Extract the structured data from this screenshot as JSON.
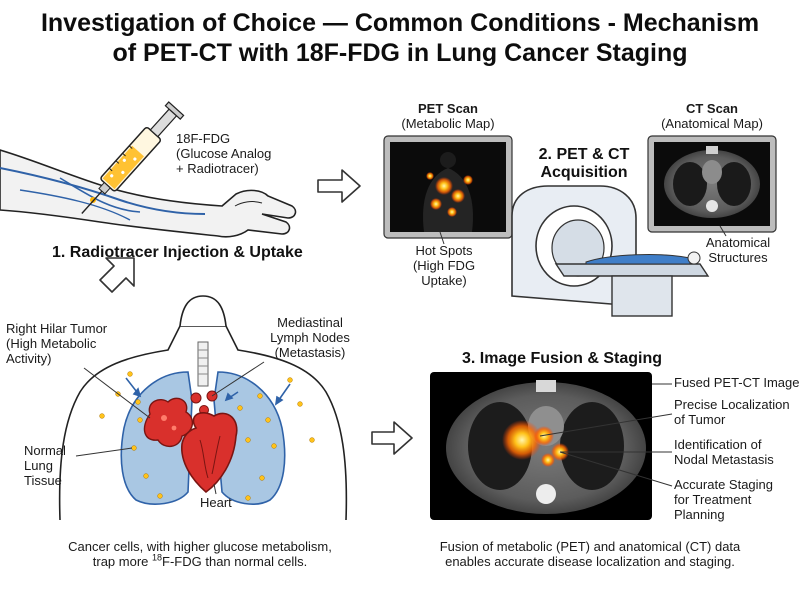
{
  "title_line1": "Investigation of Choice — Common Conditions - Mechanism",
  "title_line2": "of PET-CT with 18F-FDG in Lung Cancer Staging",
  "injection": {
    "tracer_name": "18F-FDG",
    "tracer_desc1": "(Glucose Analog",
    "tracer_desc2": "+ Radiotracer)",
    "step_label": "1. Radiotracer Injection & Uptake"
  },
  "acquisition": {
    "pet_title": "PET Scan",
    "pet_sub": "(Metabolic Map)",
    "ct_title": "CT Scan",
    "ct_sub": "(Anatomical Map)",
    "step_label_1": "2. PET & CT",
    "step_label_2": "Acquisition",
    "hotspots_1": "Hot Spots",
    "hotspots_2": "(High FDG",
    "hotspots_3": "Uptake)",
    "anat_1": "Anatomical",
    "anat_2": "Structures"
  },
  "lungs": {
    "tumor_1": "Right Hilar Tumor",
    "tumor_2": "(High Metabolic",
    "tumor_3": "Activity)",
    "nodes_1": "Mediastinal",
    "nodes_2": "Lymph Nodes",
    "nodes_3": "(Metastasis)",
    "normal_1": "Normal",
    "normal_2": "Lung",
    "normal_3": "Tissue",
    "heart": "Heart",
    "caption_1": "Cancer cells, with higher glucose metabolism,",
    "caption_2a": "trap more ",
    "caption_2sup": "18",
    "caption_2b": "F-FDG than normal cells."
  },
  "fusion": {
    "step_label": "3. Image Fusion & Staging",
    "fused_label": "Fused PET-CT Image",
    "loc_1": "Precise Localization",
    "loc_2": "of Tumor",
    "nodal_1": "Identification of",
    "nodal_2": "Nodal Metastasis",
    "staging_1": "Accurate Staging",
    "staging_2": "for Treatment",
    "staging_3": "Planning",
    "caption_1": "Fusion of metabolic (PET) and anatomical (CT) data",
    "caption_2": "enables accurate disease localization and staging."
  },
  "colors": {
    "hotspot": "#ffb300",
    "tumor": "#d9302c",
    "lung": "#a9c7e3",
    "vessel": "#2f62a8"
  }
}
